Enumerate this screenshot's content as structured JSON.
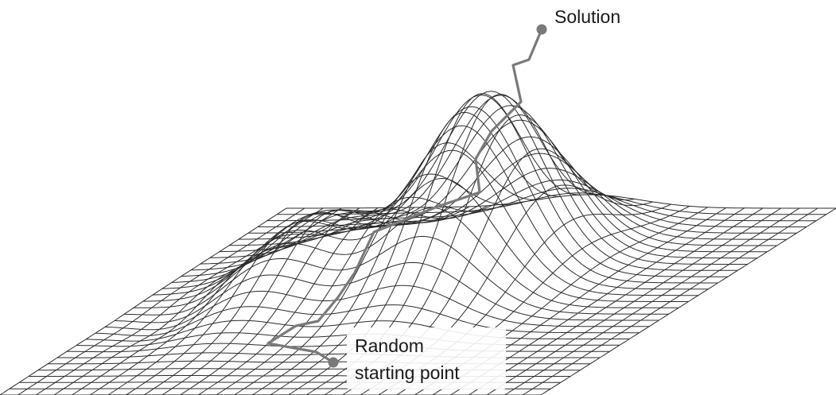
{
  "labels": {
    "solution": "Solution",
    "start_line1": "Random",
    "start_line2": "starting point"
  },
  "colors": {
    "mesh": "#2b2b2b",
    "path": "#7a7a7a",
    "background": "#ffffff"
  }
}
